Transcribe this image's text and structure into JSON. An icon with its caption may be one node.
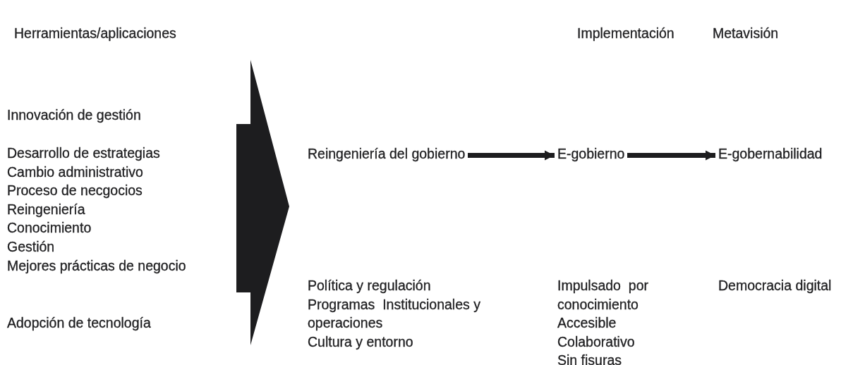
{
  "diagram": {
    "nodes": [
      {
        "text": [
          "Reingeniería del gobierno"
        ]
      },
      {
        "text": [
          "E-gobierno"
        ]
      },
      {
        "text": [
          "E-gobernabilidad"
        ]
      }
    ],
    "edges": [
      {
        "from": 0,
        "to": 1,
        "arrow": "to"
      },
      {
        "from": 1,
        "to": 2,
        "arrow": "to"
      }
    ],
    "labels": [
      "Herramientas/aplicaciones",
      "Implementación",
      "Metavisión",
      "Innovación de gestión",
      "Desarrollo de estrategias",
      "Cambio administrativo",
      "Proceso de necgocios",
      "Reingeniería",
      "Conocimiento",
      "Gestión",
      "Mejores prácticas de negocio",
      "Adopción de tecnología",
      "Política y regulación",
      "Programas  Institucionales y operaciones",
      "Cultura y entorno",
      "Impulsado  por conocimiento",
      "Accesible",
      "Colaborativo",
      "Sin fisuras",
      "Democracia digital"
    ]
  }
}
